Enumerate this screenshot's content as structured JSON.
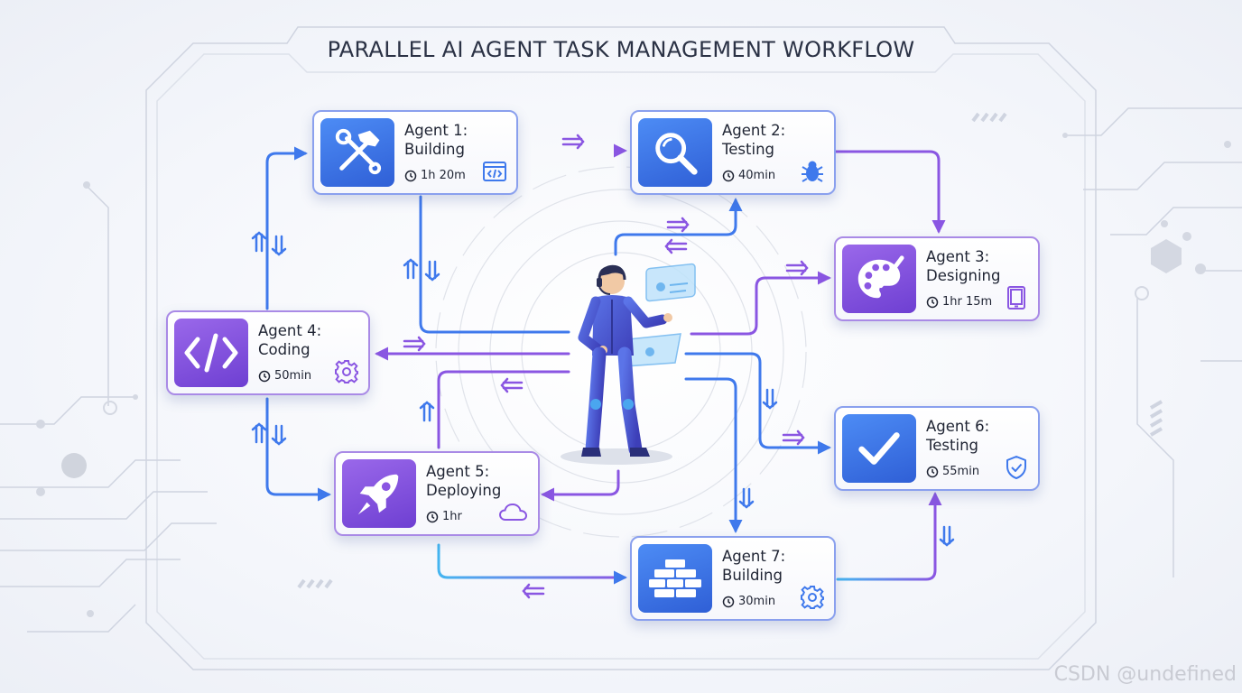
{
  "title": "PARALLEL AI AGENT TASK MANAGEMENT WORKFLOW",
  "colors": {
    "blue": "#3f79ec",
    "purple": "#8a56e2",
    "cyan": "#45b5f0",
    "card_border_blue": "#8aa0ee",
    "card_border_purple": "#a98ae6"
  },
  "agents": [
    {
      "id": 1,
      "name": "Agent 1:",
      "task": "Building",
      "time": "1h 20m",
      "icon": "hammer-wrench-icon",
      "badge": "code-window-icon",
      "theme": "blue"
    },
    {
      "id": 2,
      "name": "Agent 2:",
      "task": "Testing",
      "time": "40min",
      "icon": "magnifier-icon",
      "badge": "bug-icon",
      "theme": "blue"
    },
    {
      "id": 3,
      "name": "Agent 3:",
      "task": "Designing",
      "time": "1hr 15m",
      "icon": "palette-icon",
      "badge": "tablet-icon",
      "theme": "purple"
    },
    {
      "id": 4,
      "name": "Agent 4:",
      "task": "Coding",
      "time": "50min",
      "icon": "code-brackets-icon",
      "badge": "gear-icon",
      "theme": "purple"
    },
    {
      "id": 5,
      "name": "Agent 5:",
      "task": "Deploying",
      "time": "1hr",
      "icon": "rocket-icon",
      "badge": "cloud-icon",
      "theme": "purple"
    },
    {
      "id": 6,
      "name": "Agent 6:",
      "task": "Testing",
      "time": "55min",
      "icon": "checkmark-icon",
      "badge": "shield-check-icon",
      "theme": "blue"
    },
    {
      "id": 7,
      "name": "Agent 7:",
      "task": "Building",
      "time": "30min",
      "icon": "bricks-icon",
      "badge": "gear-icon",
      "theme": "blue"
    }
  ],
  "watermark": "CSDN @undefined"
}
